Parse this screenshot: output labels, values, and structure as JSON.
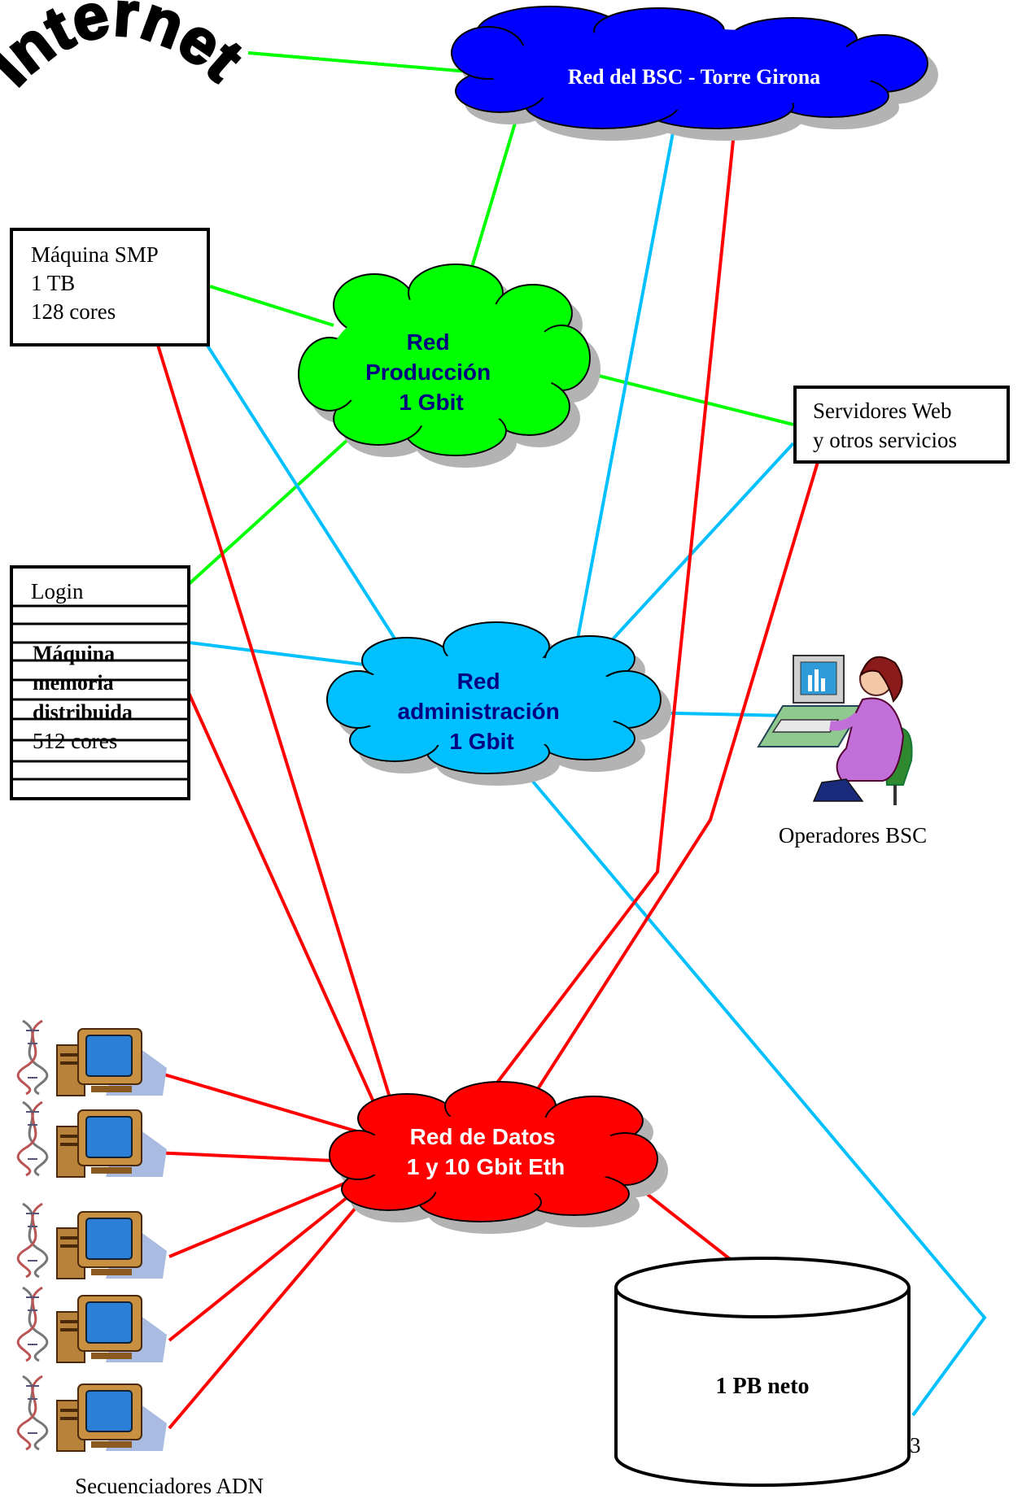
{
  "internet_label": "Internet",
  "clouds": {
    "bsc": {
      "label": "Red del BSC - Torre Girona",
      "color": "#0000ff",
      "text_color": "#ffffff"
    },
    "produccion": {
      "lines": [
        "Red",
        "Producción",
        "1 Gbit"
      ],
      "color": "#00ff00",
      "text_color": "#000080"
    },
    "administracion": {
      "lines": [
        "Red",
        "administración",
        "1 Gbit"
      ],
      "color": "#00c0ff",
      "text_color": "#000080"
    },
    "datos": {
      "lines": [
        "Red de Datos",
        "1 y 10 Gbit Eth"
      ],
      "color": "#ff0000",
      "text_color": "#ffffff"
    }
  },
  "smp": {
    "lines": [
      "Máquina SMP",
      "1 TB",
      "128 cores"
    ]
  },
  "cluster": {
    "login": "Login",
    "lines": [
      "Máquina",
      "memoria",
      "distribuida"
    ],
    "cores": "512 cores"
  },
  "web": {
    "lines": [
      "Servidores Web",
      "y otros servicios"
    ]
  },
  "operators": {
    "label": "Operadores BSC"
  },
  "storage": {
    "label": "1 PB neto"
  },
  "sequencers": {
    "label": "Secuenciadores ADN",
    "count": 5
  },
  "page_number": "3",
  "link_colors": {
    "produccion": "#00ff00",
    "administracion": "#00c0ff",
    "datos": "#ff0000"
  }
}
